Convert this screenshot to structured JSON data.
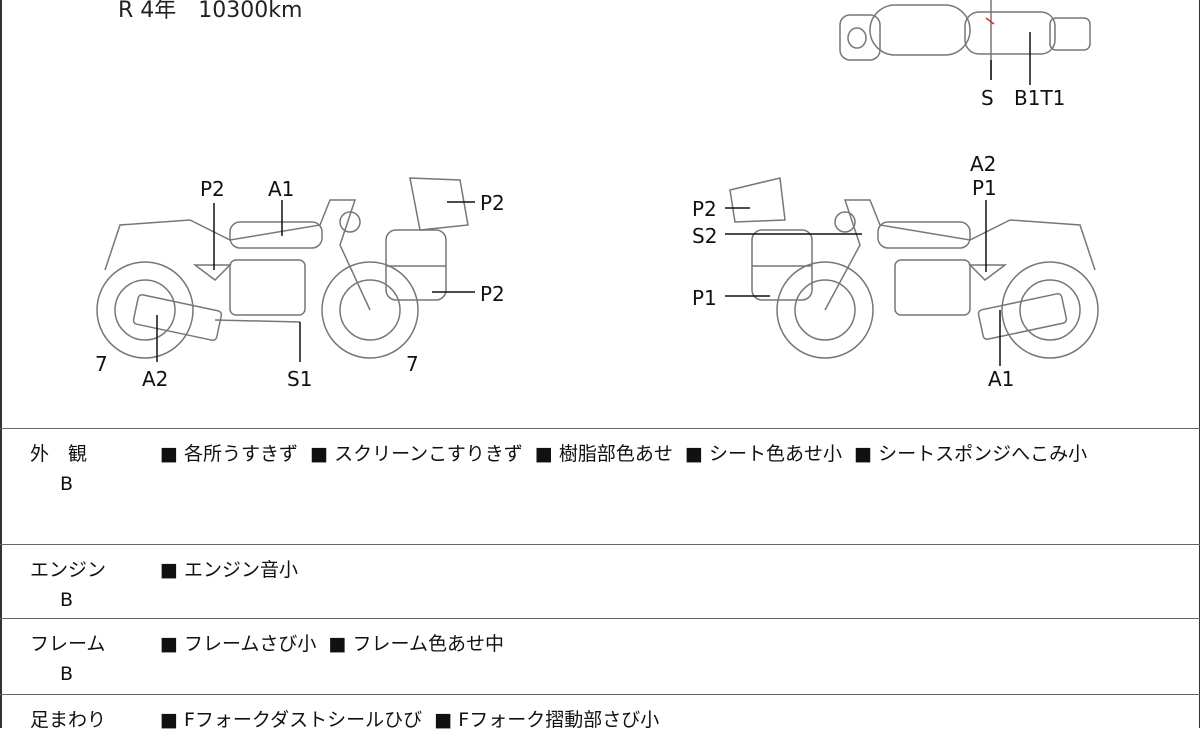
{
  "header": {
    "info": "R 4年　10300km"
  },
  "diagram": {
    "top_labels": [
      "S",
      "B1T1"
    ],
    "left_labels": [
      "P2",
      "A1",
      "P2",
      "P2",
      "7",
      "A2",
      "S1",
      "7"
    ],
    "right_labels": [
      "A2",
      "P1",
      "P2",
      "S2",
      "P1",
      "A1"
    ]
  },
  "sections": [
    {
      "name": "外　観",
      "grade": "B",
      "items": [
        "各所うすきず",
        "スクリーンこすりきず",
        "樹脂部色あせ",
        "シート色あせ小",
        "シートスポンジへこみ小"
      ]
    },
    {
      "name": "エンジン",
      "grade": "B",
      "items": [
        "エンジン音小"
      ]
    },
    {
      "name": "フレーム",
      "grade": "B",
      "items": [
        "フレームさび小",
        "フレーム色あせ中"
      ]
    },
    {
      "name": "足まわり",
      "grade": "",
      "items": [
        "Fフォークダストシールひび",
        "Fフォーク摺動部さび小"
      ]
    }
  ],
  "bullet": "■"
}
